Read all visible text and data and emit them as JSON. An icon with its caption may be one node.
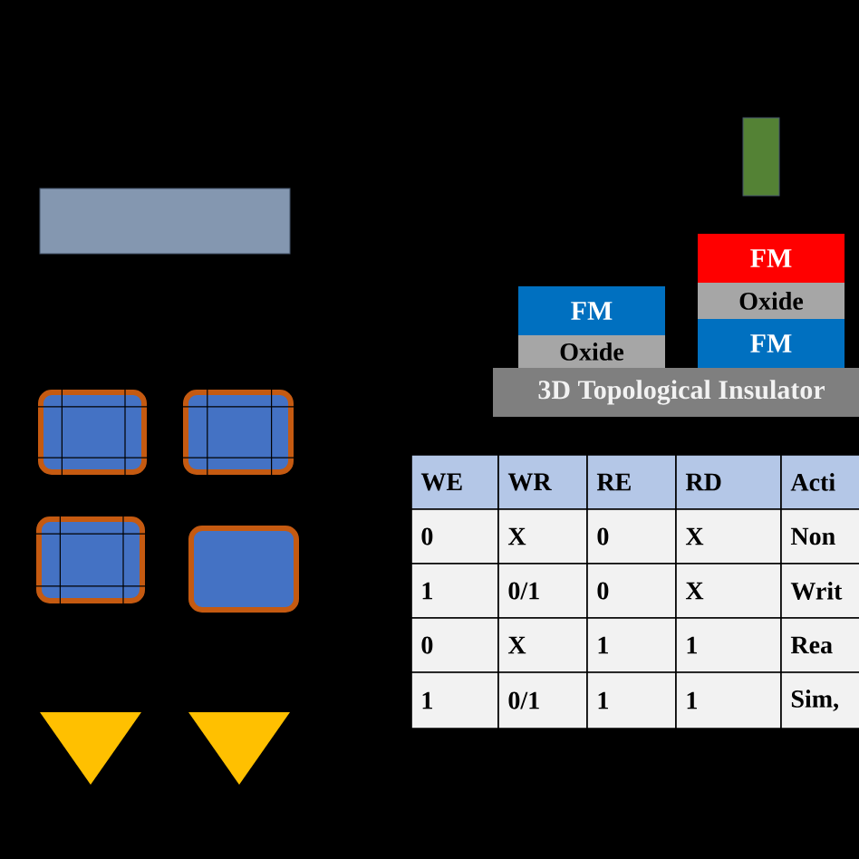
{
  "diagram": {
    "nodes": [
      {
        "text": [],
        "shape": "bar"
      },
      {
        "text": [],
        "shape": "bar"
      },
      {
        "text": [
          "FM"
        ]
      },
      {
        "text": [
          "Oxide"
        ]
      },
      {
        "text": [
          "FM"
        ]
      },
      {
        "text": [
          "Oxide"
        ]
      },
      {
        "text": [
          "FM"
        ]
      },
      {
        "text": [
          "3D Topological Insulator"
        ]
      },
      {
        "text": [],
        "shape": "box"
      },
      {
        "text": [],
        "shape": "box"
      },
      {
        "text": [],
        "shape": "box"
      },
      {
        "text": [],
        "shape": "box"
      },
      {
        "text": [],
        "shape": "triangle"
      },
      {
        "text": [],
        "shape": "triangle"
      }
    ],
    "labels": [
      "WE",
      "WR",
      "RE",
      "RD",
      "Acti",
      "0",
      "X",
      "0",
      "X",
      "Non",
      "1",
      "0/1",
      "0",
      "X",
      "Writ",
      "0",
      "X",
      "1",
      "1",
      "Rea",
      "1",
      "0/1",
      "1",
      "1",
      "Sim,"
    ]
  }
}
